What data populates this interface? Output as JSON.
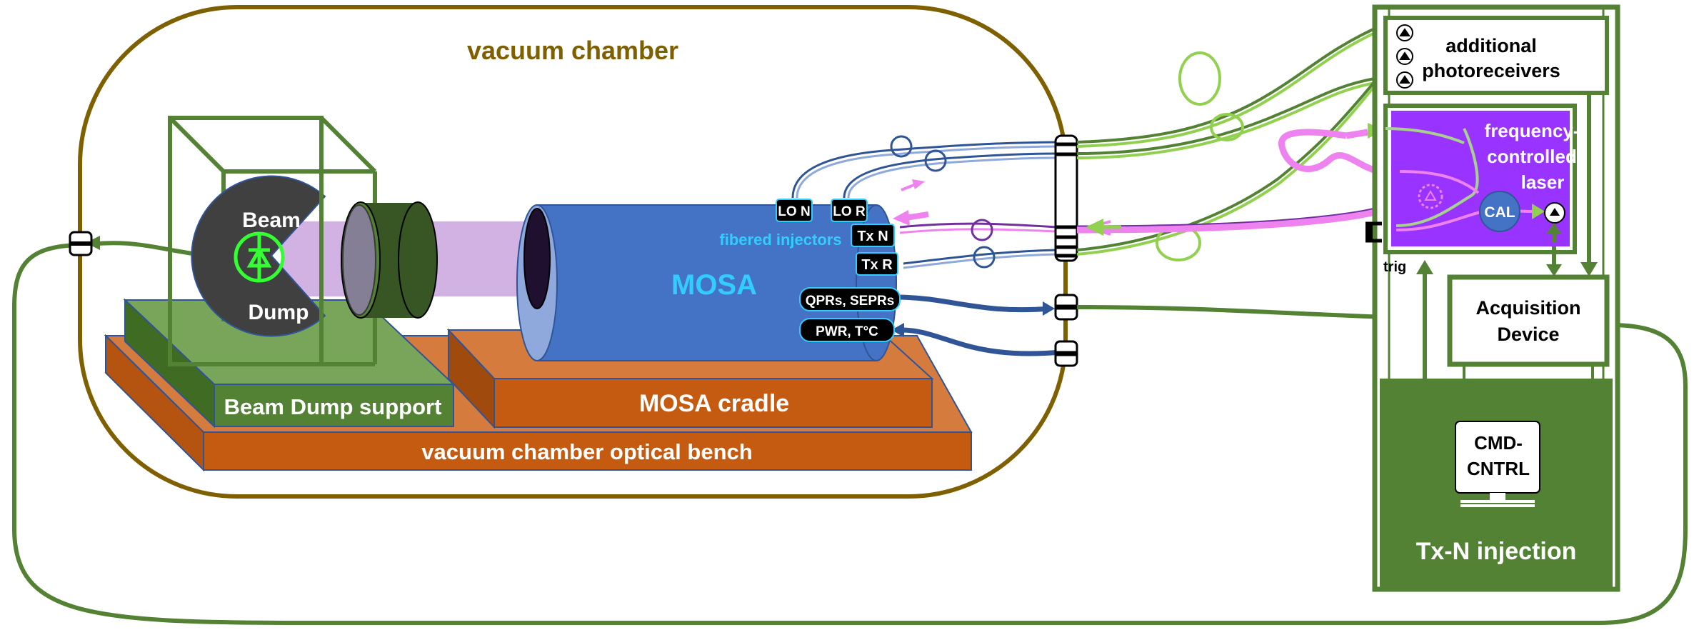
{
  "chamber": {
    "title": "vacuum chamber",
    "bench_label": "vacuum chamber optical bench",
    "beam_dump_support_label": "Beam Dump support",
    "mosa_cradle_label": "MOSA cradle"
  },
  "beam_dump": {
    "label_top": "Beam",
    "label_bottom": "Dump"
  },
  "mosa": {
    "label": "MOSA",
    "injectors_label": "fibered injectors",
    "ports": {
      "lo_n": "LO N",
      "lo_r": "LO R",
      "tx_n": "Tx N",
      "tx_r": "Tx R",
      "qprs": "QPRs, SEPRs",
      "pwr": "PWR, T°C"
    }
  },
  "rack": {
    "additional_line1": "additional",
    "additional_line2": "photoreceivers",
    "laser_line1": "frequency-",
    "laser_line2": "controlled",
    "laser_line3": "laser",
    "cal_label": "CAL",
    "trig_label": "trig",
    "acq_line1": "Acquisition",
    "acq_line2": "Device",
    "cmd_line1": "CMD-",
    "cmd_line2": "CNTRL",
    "footer_title": "Tx-N injection"
  },
  "colors": {
    "chamber_outline": "#7f6000",
    "green": "#548235",
    "light_green": "#92d050",
    "orange": "#c55a11",
    "blue": "#4472c4",
    "dark_blue": "#2f5597",
    "purple": "#7030a0",
    "violet": "#9933ff",
    "pink": "#ee82ee",
    "cyan": "#33ccff"
  }
}
